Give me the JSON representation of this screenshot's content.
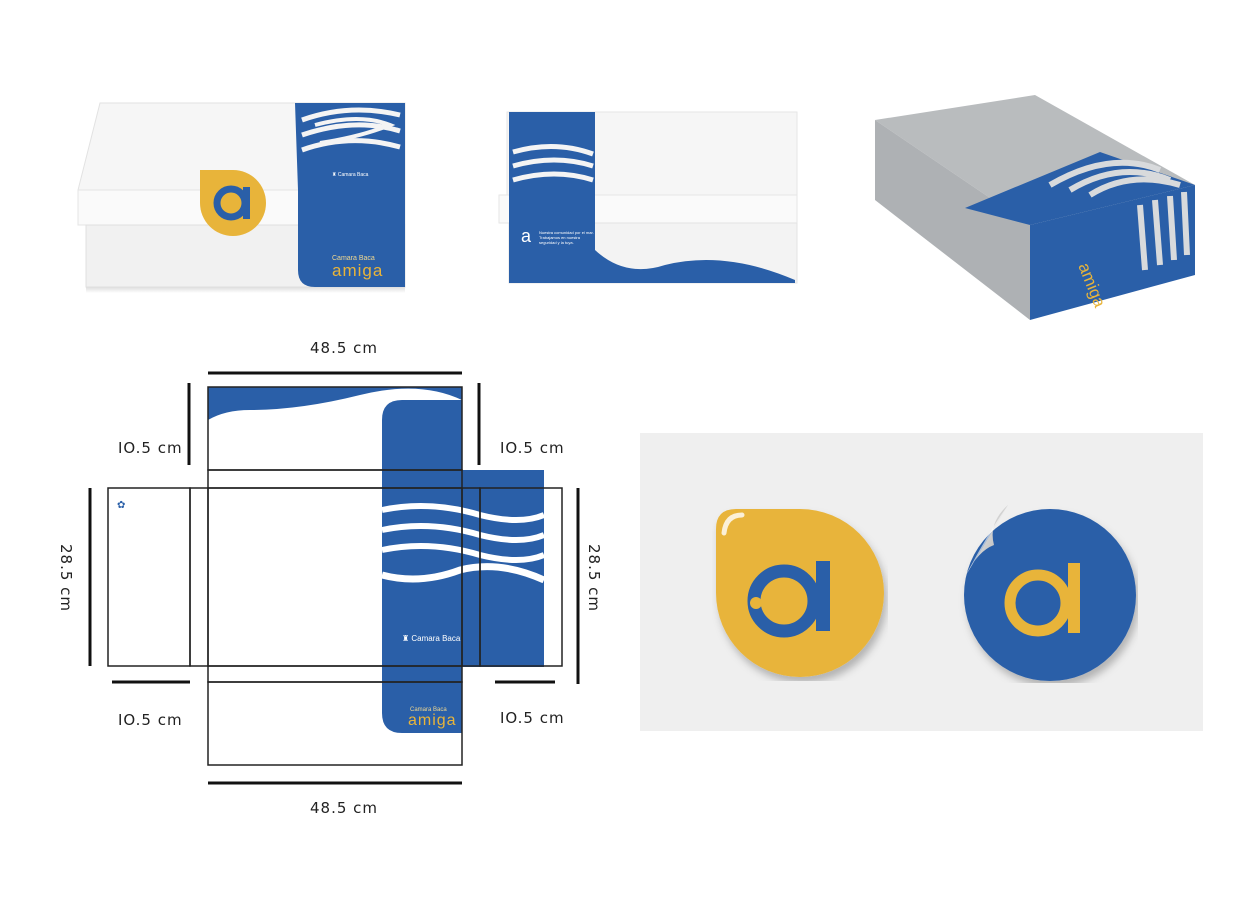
{
  "colors": {
    "brand_blue": "#2a5fa8",
    "brand_yellow": "#e8b43a",
    "box_white": "#f4f4f4",
    "box_grey": "#b9bcbe",
    "sticker_bg": "#efefef"
  },
  "brand": {
    "tagline": "Camara Baca",
    "name": "amiga",
    "logo_letter": "a",
    "side_text": "Nuestra comunidad por el mar. Trabajamos en nuestra seguridad y la tuya."
  },
  "dimensions": {
    "top_width": "48.5 cm",
    "bottom_width": "48.5 cm",
    "left_top_flap": "IO.5 cm",
    "right_top_flap": "IO.5 cm",
    "left_bottom_flap": "IO.5 cm",
    "right_bottom_flap": "IO.5 cm",
    "left_height": "28.5 cm",
    "right_height": "28.5 cm"
  },
  "icons": {
    "logo": "amiga-a-logo-icon",
    "sticker": "peel-sticker-icon",
    "crest": "crest-icon"
  }
}
